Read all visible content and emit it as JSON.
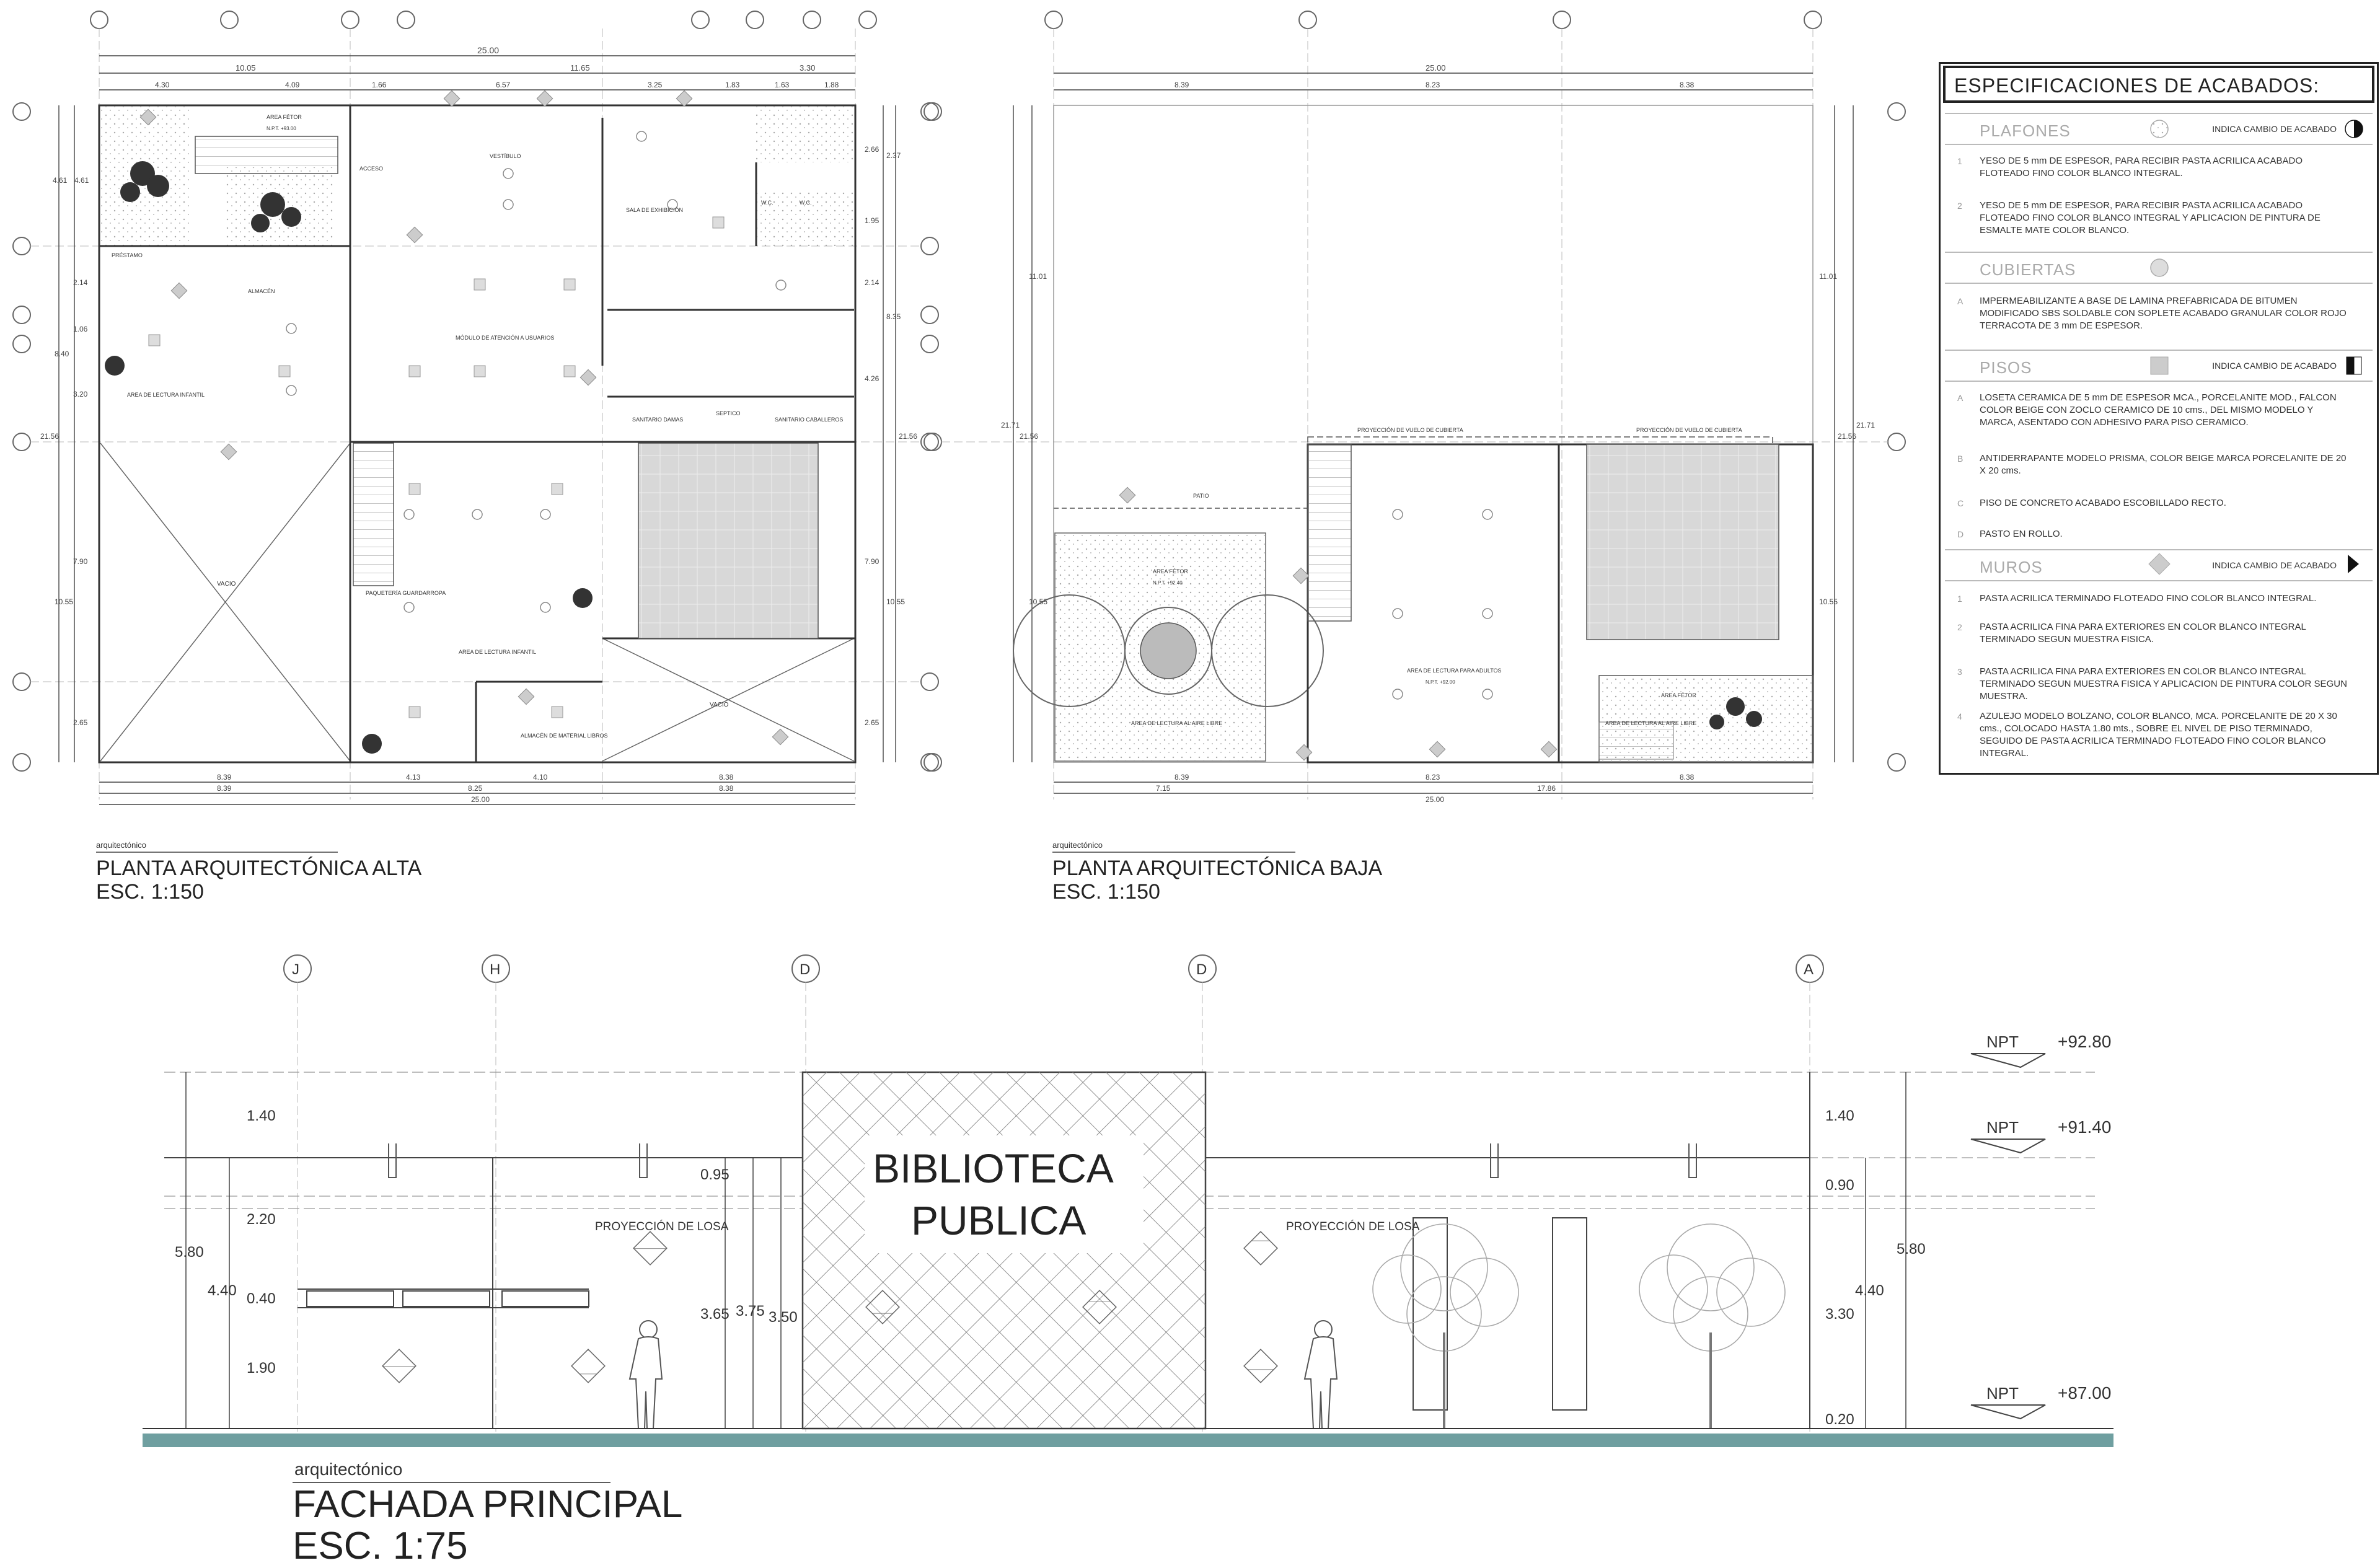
{
  "plan_alta": {
    "caption_small": "arquitectónico",
    "title": "PLANTA ARQUITECTÓNICA ALTA",
    "scale": "ESC. 1:150",
    "overall_dim": "25.00",
    "top_dims": [
      "10.05",
      "11.65",
      "3.30"
    ],
    "top_dims_2": [
      "4.30",
      "4.09",
      "1.66",
      "6.57",
      "3.25",
      "1.83",
      "1.63",
      "1.88"
    ],
    "bottom_dims": [
      "8.39",
      "4.13",
      "4.10",
      "8.38"
    ],
    "bottom_dims_2": [
      "8.39",
      "8.25",
      "8.38"
    ],
    "left_dims": [
      "4.61",
      "4.61",
      "2.14",
      "1.06",
      "8.40",
      "3.20",
      "21.56",
      "7.90",
      "10.55",
      "2.65"
    ],
    "right_dims": [
      "2.66",
      "2.37",
      "1.95",
      "2.14",
      "8.35",
      "4.26",
      "21.56",
      "7.90",
      "10.55",
      "2.65"
    ],
    "rooms": [
      "AREA FÉTOR",
      "N.P.T. +93.00",
      "VESTÍBULO",
      "ACCESO",
      "SALA DE EXHIBICIÓN",
      "PRÉSTAMO",
      "ALMACÉN",
      "MÓDULO DE ATENCIÓN A USUARIOS",
      "AREA DE LECTURA INFANTIL",
      "VACIO",
      "PAQUETERÍA GUARDARROPA",
      "AREA DE LECTURA INFANTIL",
      "ALMACÉN DE MATERIAL LIBROS",
      "SANITARIO DAMAS",
      "SANITARIO CABALLEROS",
      "SEPTICO",
      "VACIO",
      "W.C.",
      "W.C."
    ]
  },
  "plan_baja": {
    "caption_small": "arquitectónico",
    "title": "PLANTA ARQUITECTÓNICA BAJA",
    "scale": "ESC. 1:150",
    "overall_dim": "25.00",
    "top_dims": [
      "8.39",
      "8.23",
      "8.38"
    ],
    "bottom_dims": [
      "8.39",
      "8.23",
      "8.38"
    ],
    "bottom_dims_2": [
      "7.15",
      "17.86"
    ],
    "left_dims": [
      "11.01",
      "21.71",
      "21.56",
      "10.55"
    ],
    "right_dims": [
      "11.01",
      "21.71",
      "21.56",
      "10.55"
    ],
    "notes": [
      "PROYECCIÓN DE VUELO DE CUBIERTA",
      "PROYECCIÓN DE VUELO DE CUBIERTA"
    ],
    "rooms": [
      "AREA FÉTOR",
      "N.P.T. +92.40",
      "AREA DE LECTURA AL AIRE LIBRE",
      "AREA DE LECTURA PARA ADULTOS",
      "N.P.T. +92.00",
      "AREA FÉTOR",
      "AREA DE LECTURA AL AIRE LIBRE",
      "PATIO"
    ]
  },
  "facade": {
    "caption_small": "arquitectónico",
    "title": "FACHADA PRINCIPAL",
    "scale": "ESC. 1:75",
    "sign_line1": "BIBLIOTECA",
    "sign_line2": "PUBLICA",
    "axes": [
      "J",
      "H",
      "D",
      "D",
      "A"
    ],
    "levels": [
      {
        "label": "NPT",
        "value": "+92.80"
      },
      {
        "label": "NPT",
        "value": "+91.40"
      },
      {
        "label": "NPT",
        "value": "+87.00"
      }
    ],
    "left_dims": [
      "1.40",
      "5.80",
      "2.20",
      "4.40",
      "0.40",
      "1.90"
    ],
    "mid_dims": [
      "0.95",
      "3.65",
      "3.75",
      "3.50"
    ],
    "right_dims": [
      "1.40",
      "0.90",
      "5.80",
      "4.40",
      "3.30",
      "0.20"
    ],
    "slab_projection_1": "PROYECCIÓN DE LOSA",
    "slab_projection_2": "PROYECCIÓN DE LOSA"
  },
  "specs": {
    "title": "ESPECIFICACIONES DE ACABADOS:",
    "sections": [
      {
        "name": "PLAFONES",
        "note": "INDICA CAMBIO DE ACABADO",
        "items": [
          {
            "code": "1",
            "text": "YESO DE 5 mm DE ESPESOR, PARA RECIBIR PASTA ACRILICA ACABADO FLOTEADO FINO COLOR BLANCO INTEGRAL."
          },
          {
            "code": "2",
            "text": "YESO DE 5 mm DE ESPESOR, PARA RECIBIR PASTA ACRILICA ACABADO FLOTEADO FINO COLOR BLANCO INTEGRAL Y APLICACION DE PINTURA DE ESMALTE MATE COLOR BLANCO."
          }
        ]
      },
      {
        "name": "CUBIERTAS",
        "note": "",
        "items": [
          {
            "code": "A",
            "text": "IMPERMEABILIZANTE A BASE DE  LAMINA PREFABRICADA DE BITUMEN MODIFICADO SBS SOLDABLE CON SOPLETE ACABADO GRANULAR COLOR ROJO TERRACOTA DE 3 mm DE ESPESOR."
          }
        ]
      },
      {
        "name": "PISOS",
        "note": "INDICA CAMBIO DE ACABADO",
        "items": [
          {
            "code": "A",
            "text": "LOSETA CERAMICA DE 5 mm DE ESPESOR MCA., PORCELANITE MOD., FALCON COLOR BEIGE CON ZOCLO CERAMICO DE 10 cms., DEL MISMO MODELO Y MARCA, ASENTADO CON ADHESIVO PARA PISO CERAMICO."
          },
          {
            "code": "B",
            "text": "ANTIDERRAPANTE MODELO PRISMA, COLOR BEIGE MARCA PORCELANITE DE 20 X 20 cms."
          },
          {
            "code": "C",
            "text": "PISO DE CONCRETO ACABADO ESCOBILLADO RECTO."
          },
          {
            "code": "D",
            "text": "PASTO EN ROLLO."
          }
        ]
      },
      {
        "name": "MUROS",
        "note": "INDICA CAMBIO DE ACABADO",
        "items": [
          {
            "code": "1",
            "text": "PASTA ACRILICA TERMINADO FLOTEADO FINO COLOR BLANCO INTEGRAL."
          },
          {
            "code": "2",
            "text": "PASTA ACRILICA FINA PARA EXTERIORES EN COLOR BLANCO INTEGRAL TERMINADO SEGUN MUESTRA FISICA."
          },
          {
            "code": "3",
            "text": "PASTA ACRILICA FINA PARA EXTERIORES EN COLOR BLANCO INTEGRAL TERMINADO SEGUN MUESTRA FISICA Y APLICACION DE PINTURA COLOR SEGUN MUESTRA."
          },
          {
            "code": "4",
            "text": "AZULEJO MODELO BOLZANO, COLOR BLANCO, MCA. PORCELANITE DE 20 X 30 cms., COLOCADO HASTA 1.80 mts., SOBRE EL NIVEL DE PISO TERMINADO, SEGUIDO DE PASTA ACRILICA TERMINADO FLOTEADO FINO COLOR BLANCO INTEGRAL."
          }
        ]
      }
    ]
  },
  "colors": {
    "ground": "#6f9fa0",
    "line": "#555555",
    "hatch": "#8a8a8a"
  }
}
